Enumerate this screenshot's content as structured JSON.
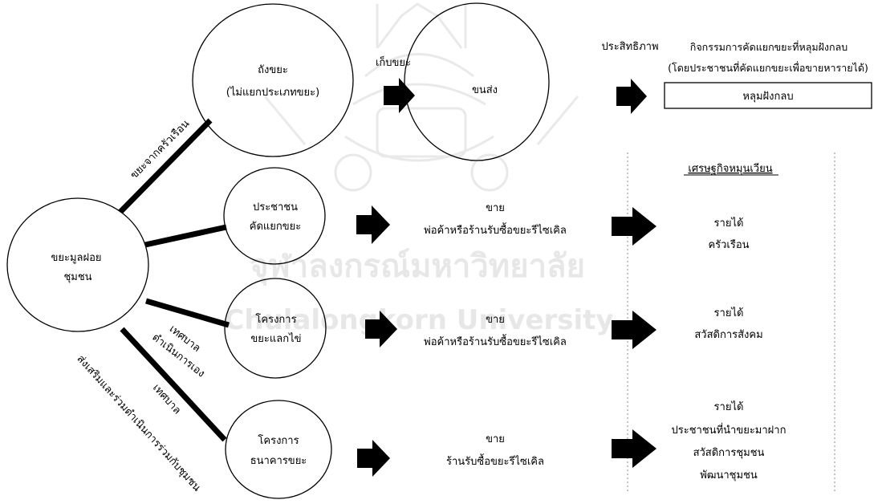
{
  "watermark": {
    "thai_name": "จุฬาลงกรณ์มหาวิทยาลัย",
    "english_name": "Chulalongkorn University"
  },
  "nodes": {
    "source": {
      "line1": "ขยะมูลฝอย",
      "line2": "ชุมชน"
    },
    "bin": {
      "line1": "ถังขยะ",
      "line2": "(ไม่แยกประเภทขยะ)"
    },
    "transport": {
      "label": "ขนส่ง"
    },
    "people_sorting": {
      "line1": "ประชาชน",
      "line2": "คัดแยกขยะ"
    },
    "egg_project": {
      "line1": "โครงการ",
      "line2": "ขยะแลกไข่"
    },
    "bank_project": {
      "line1": "โครงการ",
      "line2": "ธนาคารขยะ"
    }
  },
  "edge_labels": {
    "household_waste": "ขยะจากครัวเรือน",
    "collect": "เก็บขยะ",
    "efficiency": "ประสิทธิภาพ",
    "municipality_self_line1": "เทศบาล",
    "municipality_self_line2": "ดำเนินการเอง",
    "municipality_promote_line1": "เทศบาล",
    "municipality_promote_line2": "ส่งเสริมและร่วมดำเนินการร่วมกับชุมชน"
  },
  "landfill": {
    "note_line1": "กิจกรรมการคัดแยกขยะที่หลุมฝังกลบ",
    "note_line2": "(โดยประชาชนที่คัดแยกขยะเพื่อขายหารายได้)",
    "box_label": "หลุมฝังกลบ"
  },
  "sales": {
    "row1": {
      "line1": "ขาย",
      "line2": "พ่อค้าหรือร้านรับซื้อขยะรีไซเคิล"
    },
    "row2": {
      "line1": "ขาย",
      "line2": "พ่อค้าหรือร้านรับซื้อขยะรีไซเคิล"
    },
    "row3": {
      "line1": "ขาย",
      "line2": "ร้านรับซื้อขยะรีไซเคิล"
    }
  },
  "circular_economy": {
    "heading": "เศรษฐกิจหมุนเวียน",
    "row1": {
      "line1": "รายได้",
      "line2": "ครัวเรือน"
    },
    "row2": {
      "line1": "รายได้",
      "line2": "สวัสดิการสังคม"
    },
    "row3": {
      "line1": "รายได้",
      "line2": "ประชาชนที่นำขยะมาฝาก",
      "line3": "สวัสดิการชุมชน",
      "line4": "พัฒนาชุมชน"
    }
  }
}
